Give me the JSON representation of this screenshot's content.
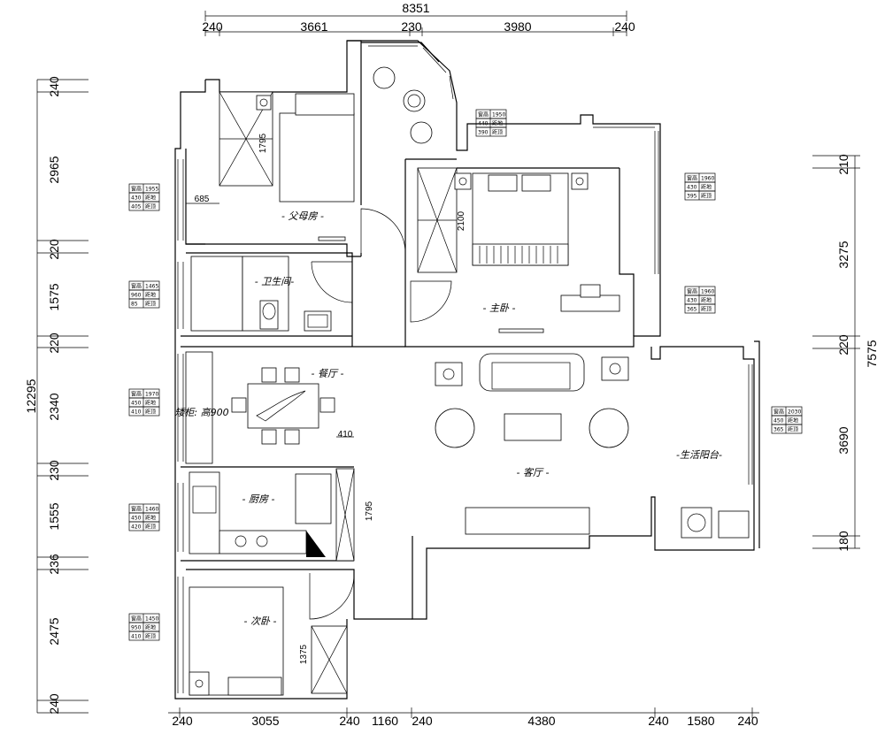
{
  "dimensions": {
    "top": [
      "240",
      "3661",
      "230",
      "3980",
      "240"
    ],
    "top_total": "8351",
    "bottom": [
      "240",
      "3055",
      "240",
      "1160",
      "240",
      "4380",
      "240",
      "1580",
      "240"
    ],
    "left": [
      "240",
      "2965",
      "220",
      "1575",
      "220",
      "2340",
      "230",
      "1555",
      "236",
      "2475",
      "240"
    ],
    "left_total": "12295",
    "right": [
      "210",
      "3275",
      "220",
      "3690",
      "180"
    ],
    "right_total": "7575"
  },
  "inner_dims": {
    "parents_wardrobe_depth": "1795",
    "parents_window_offset": "685",
    "master_wardrobe": "2100",
    "kitchen_cabinet_width": "410",
    "kitchen_cabinet_length": "1795",
    "second_wardrobe": "1375"
  },
  "rooms": {
    "parents": "- 父母房 -",
    "bathroom": "- 卫生间-",
    "master": "- 主卧 -",
    "dining": "- 餐厅 -",
    "dining_cabinet": "矮柜: 高900",
    "kitchen": "- 厨房 -",
    "living": "- 客厅 -",
    "balcony": "-生活阳台-",
    "second": "- 次卧 -"
  },
  "window_tags": [
    {
      "h": "1955",
      "sill": "430",
      "sill_label": "距地",
      "top": "405",
      "top_label": "距顶",
      "label": "窗高"
    },
    {
      "h": "1465",
      "sill": "960",
      "sill_label": "距地",
      "top": "85",
      "top_label": "距顶",
      "label": "窗高"
    },
    {
      "h": "1970",
      "sill": "450",
      "sill_label": "距地",
      "top": "410",
      "top_label": "距顶",
      "label": "窗高"
    },
    {
      "h": "1460",
      "sill": "450",
      "sill_label": "距地",
      "top": "420",
      "top_label": "距顶",
      "label": "窗高"
    },
    {
      "h": "1450",
      "sill": "950",
      "sill_label": "距地",
      "top": "410",
      "top_label": "距顶",
      "label": "窗高"
    },
    {
      "h": "1950",
      "sill": "440",
      "sill_label": "距地",
      "top": "390",
      "top_label": "距顶",
      "label": "窗高"
    },
    {
      "h": "1960",
      "sill": "430",
      "sill_label": "距地",
      "top": "395",
      "top_label": "距顶",
      "label": "窗高"
    },
    {
      "h": "1960",
      "sill": "430",
      "sill_label": "距地",
      "top": "365",
      "top_label": "距顶",
      "label": "窗高"
    },
    {
      "h": "2030",
      "sill": "450",
      "sill_label": "距地",
      "top": "365",
      "top_label": "距顶",
      "label": "窗高"
    }
  ]
}
